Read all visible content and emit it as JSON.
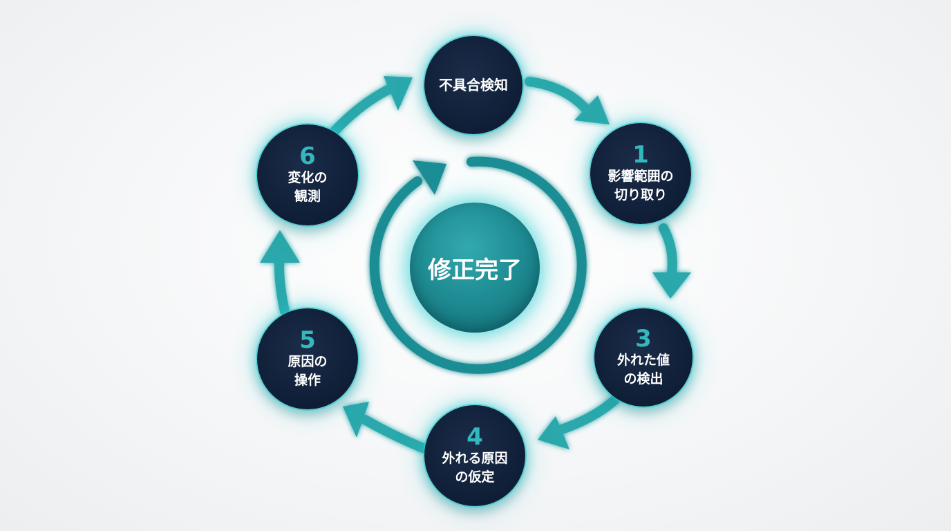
{
  "diagram": {
    "center_label": "修正完了",
    "start_node": {
      "label": "不具合検知"
    },
    "steps": [
      {
        "number": "1",
        "label": "影響範囲の\n切り取り"
      },
      {
        "number": "3",
        "label": "外れた値\nの検出"
      },
      {
        "number": "4",
        "label": "外れる原因\nの仮定"
      },
      {
        "number": "5",
        "label": "原因の\n操作"
      },
      {
        "number": "6",
        "label": "変化の\n観測"
      }
    ],
    "colors": {
      "node_fill": "#0f1e36",
      "accent": "#2aa8ac",
      "number_text": "#33b9bd",
      "center_fill": "#1f8d94"
    }
  }
}
